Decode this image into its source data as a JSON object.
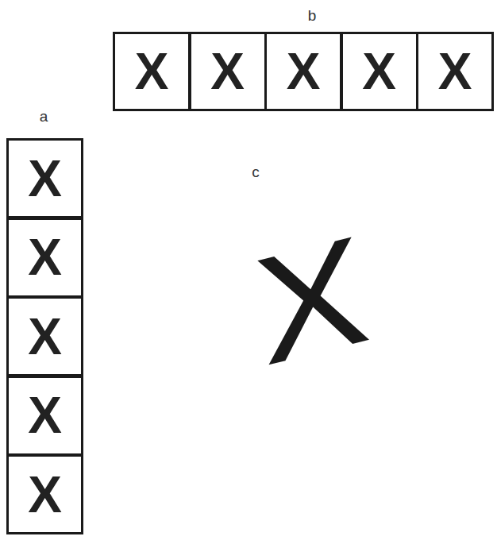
{
  "diagram": {
    "nodes": [
      {
        "text": [
          "X"
        ]
      },
      {
        "text": [
          "X"
        ]
      },
      {
        "text": [
          "X"
        ]
      },
      {
        "text": [
          "X"
        ]
      },
      {
        "text": [
          "X"
        ]
      },
      {
        "text": [
          "X"
        ]
      },
      {
        "text": [
          "X"
        ]
      },
      {
        "text": [
          "X"
        ]
      },
      {
        "text": [
          "X"
        ]
      },
      {
        "text": [
          "X"
        ]
      },
      {
        "text": [
          "X"
        ]
      }
    ],
    "labels": [
      "b",
      "a",
      "c"
    ]
  }
}
